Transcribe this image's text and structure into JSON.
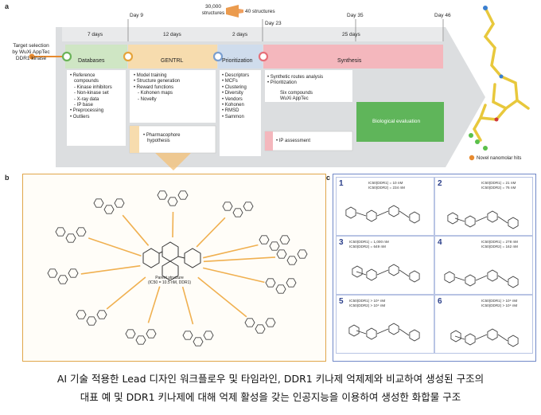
{
  "panel_a": {
    "label": "a",
    "target": [
      "Target selection",
      "by WuXi AppTec",
      "DDR1 kinase"
    ],
    "funnel_from": "30,000",
    "funnel_from_sub": "structures",
    "funnel_to": "40 structures",
    "days": [
      "Day 9",
      "Day 23",
      "Day 35",
      "Day 46"
    ],
    "durations": [
      "7 days",
      "12 days",
      "2 days",
      "25 days"
    ],
    "stages": [
      "Databases",
      "GENTRL",
      "Prioritization",
      "Synthesis"
    ],
    "databases_items": [
      "• Reference",
      "  compounds",
      "  - Kinase inhibitors",
      "  - Non-kinase set",
      "  - X-ray data",
      "  - IP base",
      "• Preprocessing",
      "• Outliers"
    ],
    "gentrl_items": [
      "• Model training",
      "• Structure generation",
      "• Reward functions",
      "  - Kohonen maps",
      "  - Novelty"
    ],
    "pharmacophore": [
      "• Pharmacophore",
      "  hypothesis"
    ],
    "prioritization_items": [
      "• Descriptors",
      "• MCFs",
      "• Clustering",
      "• Diversity",
      "• Vendors",
      "• Kohonen",
      "• RMSD",
      "• Sammon"
    ],
    "synthesis_items": [
      "• Synthetic routes analysis",
      "• Prioritization"
    ],
    "six_compounds": [
      "Six compounds",
      "WuXi AppTec"
    ],
    "ip_assessment": "• IP assessment",
    "bio_eval": "Biological evaluation",
    "legend": "Novel nanomolar hits"
  },
  "panel_b": {
    "label": "b",
    "parent_line1": "Parent structure",
    "parent_line2": "(IC50 = 10.5 nM, DDR1)"
  },
  "panel_c": {
    "label": "c",
    "compounds": [
      {
        "num": "1",
        "ic1": "IC50(DDR1) = 10 nM",
        "ic2": "IC50(DDR2) = 234 nM"
      },
      {
        "num": "2",
        "ic1": "IC50(DDR1) = 21 nM",
        "ic2": "IC50(DDR2) = 76 nM"
      },
      {
        "num": "3",
        "ic1": "IC50(DDR1) = 1,000 nM",
        "ic2": "IC50(DDR2) = 649 nM"
      },
      {
        "num": "4",
        "ic1": "IC50(DDR1) = 278 nM",
        "ic2": "IC50(DDR2) = 162 nM"
      },
      {
        "num": "5",
        "ic1": "IC50(DDR1) > 10⁴ nM",
        "ic2": "IC50(DDR2) > 10⁴ nM"
      },
      {
        "num": "6",
        "ic1": "IC50(DDR1) > 10⁴ nM",
        "ic2": "IC50(DDR2) > 10⁴ nM"
      }
    ]
  },
  "caption": {
    "line1": "AI 기술 적용한 Lead 디자인 워크플로우 및 타임라인, DDR1 키나제 억제제와 비교하여 생성된 구조의",
    "line2": "대표 예 및 DDR1 키나제에 대해 억제 활성을 갖는 인공지능을 이용하여 생성한 화합물 구조"
  },
  "colors": {
    "databases": "#cfe6c4",
    "gentrl": "#f7dcae",
    "prioritization": "#cfdcec",
    "synthesis": "#f4b7bd",
    "bio_eval": "#5fb55a",
    "arrow_gray": "#d4d6d8",
    "panel_b_border": "#e0a64a",
    "panel_c_border": "#7189c8",
    "orange": "#e78a2f"
  }
}
